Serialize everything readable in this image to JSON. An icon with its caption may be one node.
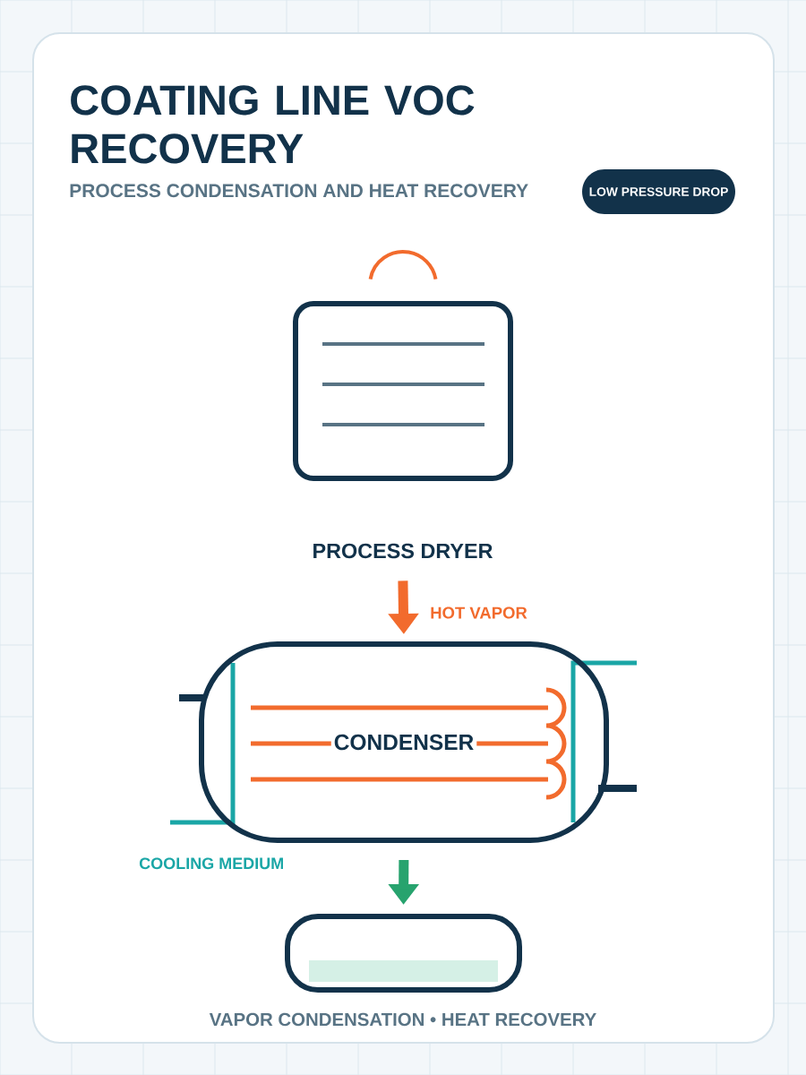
{
  "diagram": {
    "title": "COATING LINE VOC RECOVERY",
    "caption": "VAPOR CONDENSATION • HEAT RECOVERY",
    "nodes": [
      {
        "text": [
          "LOW PRESSURE DROP"
        ]
      },
      {
        "text": [
          "PROCESS DRYER"
        ]
      },
      {
        "text": [
          "CONDENSER"
        ]
      },
      {
        "text": [],
        "shape": "box"
      }
    ],
    "edges": [
      {
        "from": 1,
        "to": 2,
        "arrow": "to",
        "label": "HOT VAPOR",
        "color": "#f26b2d"
      },
      {
        "from": 2,
        "to": 3,
        "arrow": "to",
        "color": "#27a36e"
      }
    ],
    "labels": [
      "PROCESS CONDENSATION AND HEAT RECOVERY",
      "COOLING MEDIUM"
    ]
  }
}
